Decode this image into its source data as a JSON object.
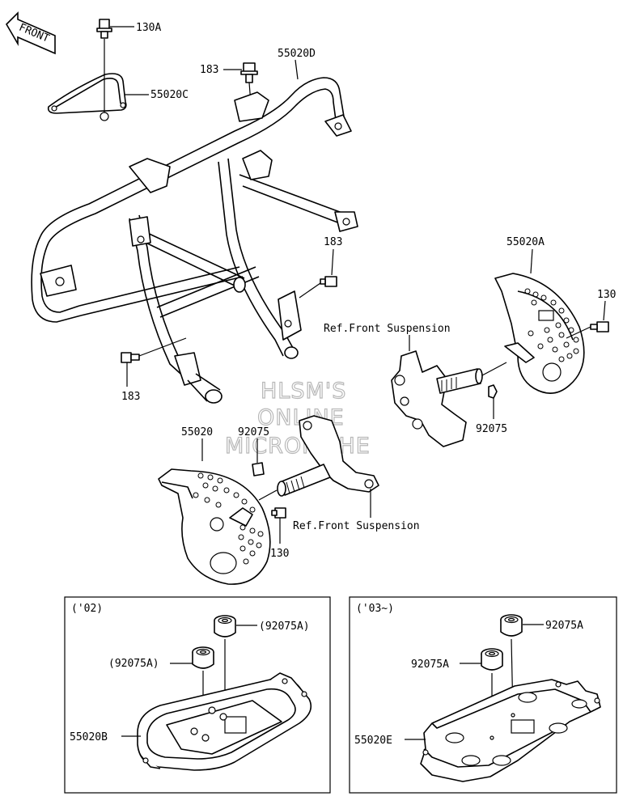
{
  "front_label": "FRONT",
  "watermark": [
    "HLSM'S",
    "ONLINE",
    "MICROFICHE"
  ],
  "labels": {
    "p130A": "130A",
    "p55020C": "55020C",
    "p183_top": "183",
    "p55020D": "55020D",
    "p183_mid": "183",
    "p183_left": "183",
    "p55020A": "55020A",
    "p130_right": "130",
    "ref_front_susp_1": "Ref.Front Suspension",
    "p92075_right": "92075",
    "p55020": "55020",
    "p92075_left": "92075",
    "ref_front_susp_2": "Ref.Front Suspension",
    "p130_left": "130"
  },
  "inset_02": {
    "title": "('02)",
    "p92075A_top": "(92075A)",
    "p92075A_left": "(92075A)",
    "p55020B": "55020B"
  },
  "inset_03": {
    "title": "('03~)",
    "p92075A_top": "92075A",
    "p92075A_left": "92075A",
    "p55020E": "55020E"
  }
}
